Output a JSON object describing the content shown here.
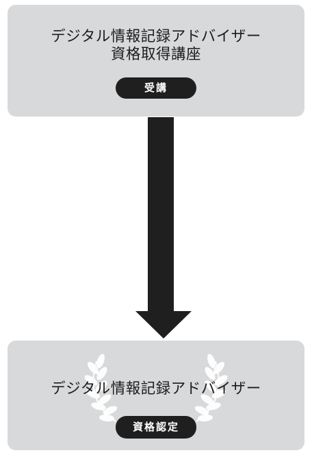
{
  "course_box": {
    "title_line1": "デジタル情報記録アドバイザー",
    "title_line2": "資格取得講座",
    "badge": "受講"
  },
  "cert_box": {
    "title": "デジタル情報記録アドバイザー",
    "badge": "資格認定"
  },
  "colors": {
    "box_fill": "#d8d9da",
    "arrow": "#1f1f1f",
    "badge_fill": "#1f1f1f",
    "badge_text": "#ffffff",
    "laurel": "#ffffff"
  }
}
